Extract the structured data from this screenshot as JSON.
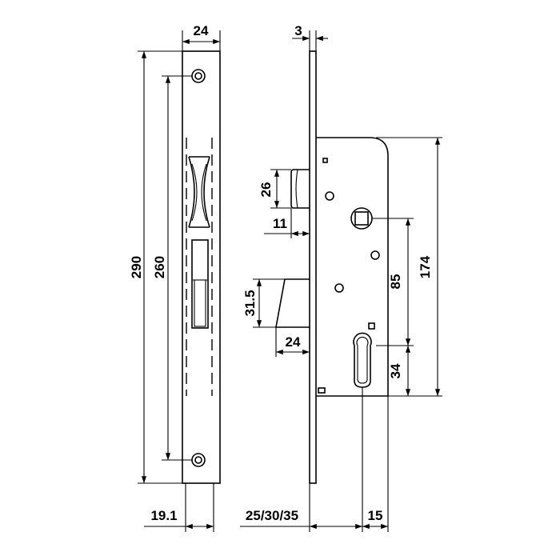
{
  "diagram": {
    "dimensions": {
      "faceplate_width": "24",
      "total_height": "290",
      "screw_spacing": "260",
      "faceplate_center_offset": "19.1",
      "faceplate_thickness": "3",
      "latch_height": "26",
      "latch_projection": "11",
      "deadbolt_height": "31.5",
      "deadbolt_throw": "24",
      "handle_to_cylinder": "85",
      "case_height": "174",
      "cylinder_to_bottom": "34",
      "backset": "25/30/35",
      "cylinder_offset": "15"
    }
  }
}
